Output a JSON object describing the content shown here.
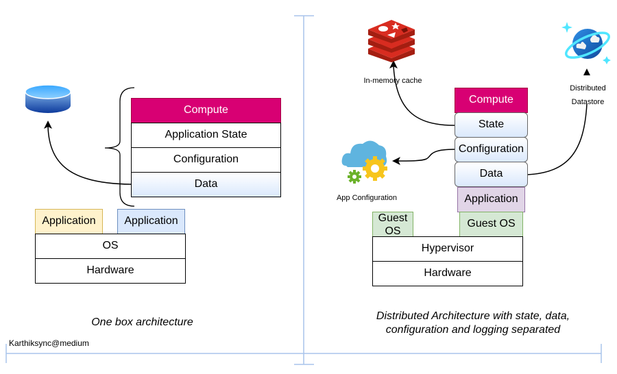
{
  "left": {
    "stack": {
      "compute": "Compute",
      "state": "Application State",
      "configuration": "Configuration",
      "data": "Data"
    },
    "app1": "Application",
    "app2": "Application",
    "os": "OS",
    "hardware": "Hardware",
    "caption": "One box architecture",
    "database_icon": "database-icon"
  },
  "right": {
    "stack": {
      "compute": "Compute",
      "state": "State",
      "configuration": "Configuration",
      "data": "Data",
      "application": "Application"
    },
    "guest_os_left": "Guest OS",
    "guest_os_right": "Guest OS",
    "hypervisor": "Hypervisor",
    "hardware": "Hardware",
    "cache_label": "In-memory cache",
    "datastore_label_1": "Distributed",
    "datastore_label_2": "Datastore",
    "app_config_label": "App Configuration",
    "caption_line1": "Distributed Architecture with state, data,",
    "caption_line2": "configuration and logging separated",
    "icons": [
      "redis-cache-icon",
      "cosmos-db-icon",
      "app-configuration-icon"
    ]
  },
  "watermark": "Karthiksync@medium",
  "colors": {
    "compute": "#d80073",
    "app_yellow": "#fff2cc",
    "app_blue": "#dae8fc",
    "app_purple": "#e1d5e7",
    "guest_green": "#d5e8d4",
    "divider": "#a9c4eb"
  }
}
